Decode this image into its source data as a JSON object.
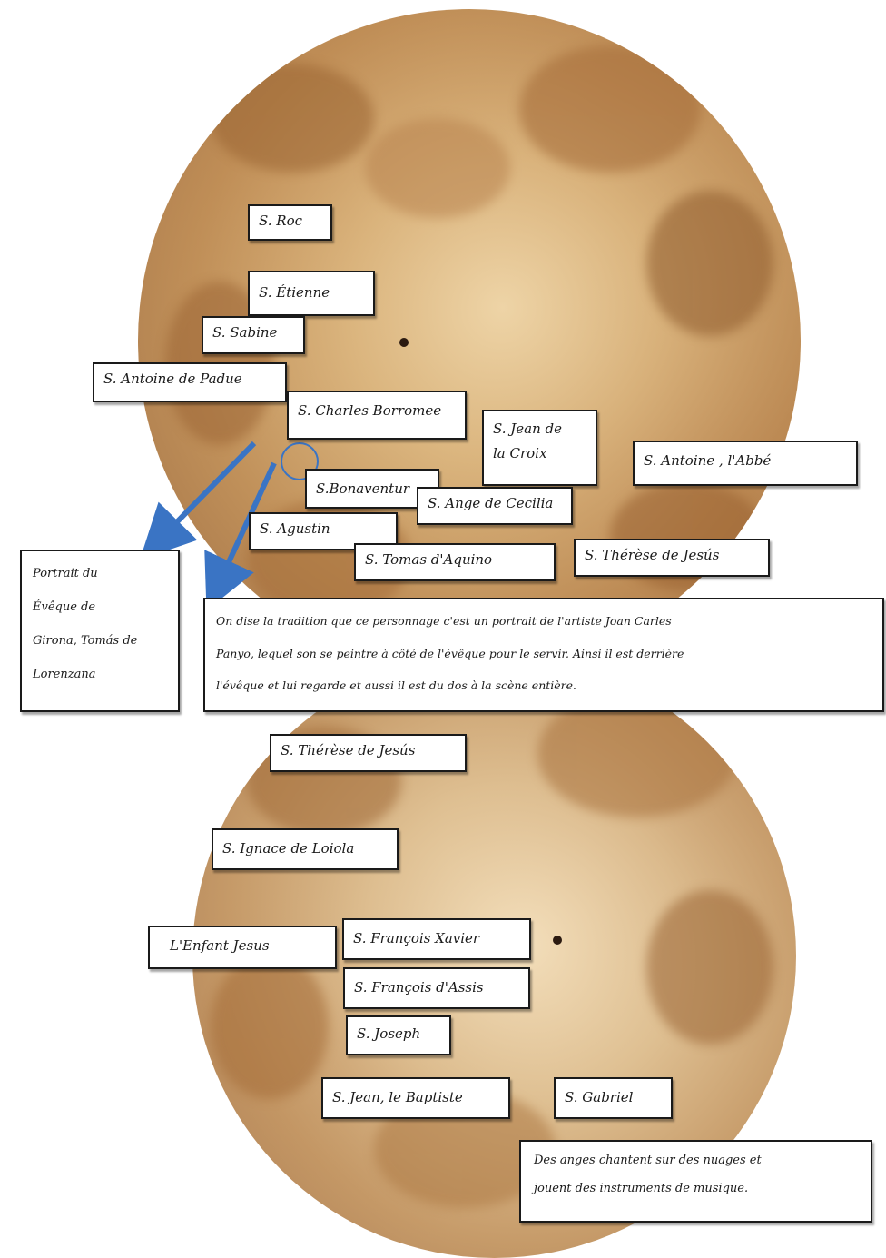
{
  "top_labels": {
    "roc": "S. Roc",
    "etienne": "S. Étienne",
    "sabine": "S. Sabine",
    "antoine_padue": "S. Antoine de Padue",
    "charles": "S. Charles Borromee",
    "jean_croix_1": "S. Jean de",
    "jean_croix_2": "la Croix",
    "antoine_abbe": "S. Antoine , l'Abbé",
    "bonaventure": "S.Bonaventur",
    "ange": "S. Ange de Cecilia",
    "agustin": "S. Agustin",
    "tomas": "S. Tomas d'Aquino",
    "therese": "S. Thérèse de Jesús"
  },
  "portrait_note": [
    "Portrait du",
    "Évêque de",
    "Girona, Tomás de",
    "Lorenzana"
  ],
  "tradition_note": [
    "On dise la tradition que ce personnage c'est un portrait de l'artiste Joan Carles",
    "Panyo, lequel son se peintre à côté de l'évêque pour le servir. Ainsi il est derrière",
    "l'évêque et lui regarde et aussi il est du dos à la scène entière."
  ],
  "bottom_labels": {
    "therese": "S. Thérèse de Jesús",
    "ignace": "S. Ignace de Loiola",
    "enfant": "L'Enfant Jesus",
    "xavier": "S. François Xavier",
    "assis": "S. François d'Assis",
    "joseph": "S. Joseph",
    "baptiste": "S. Jean, le Baptiste",
    "gabriel": "S. Gabriel"
  },
  "angels_note": [
    "Des anges chantent sur des nuages et",
    "jouent des instruments de musique."
  ],
  "colors": {
    "arrow": "#3a74c4",
    "dome_tone": "#c9a06a",
    "border": "#1a1a1a"
  }
}
